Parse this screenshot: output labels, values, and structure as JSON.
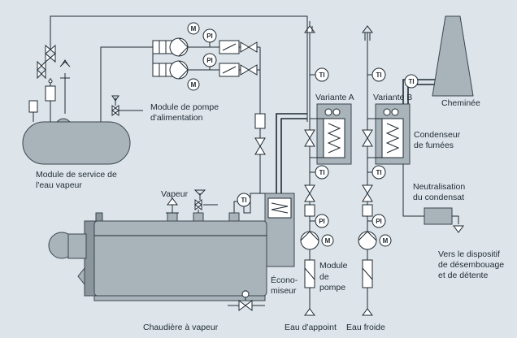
{
  "labels": {
    "module_service_line1": "Module de service de",
    "module_service_line2": "l'eau vapeur",
    "module_pompe_alim_line1": "Module de pompe",
    "module_pompe_alim_line2": "d'alimentation",
    "vapeur": "Vapeur",
    "variante_a": "Variante A",
    "variante_b": "Variante B",
    "cheminee": "Cheminée",
    "condenseur_line1": "Condenseur",
    "condenseur_line2": "de fumées",
    "neutralisation_line1": "Neutralisation",
    "neutralisation_line2": "du condensat",
    "desembouage_line1": "Vers le dispositif",
    "desembouage_line2": "de désembouage",
    "desembouage_line3": "et de détente",
    "module_pompe_line1": "Module",
    "module_pompe_line2": "de",
    "module_pompe_line3": "pompe",
    "economiseur_line1": "Écono-",
    "economiseur_line2": "miseur",
    "chaudiere": "Chaudière à vapeur",
    "eau_appoint": "Eau d'appoint",
    "eau_froide": "Eau froide"
  },
  "symbols": {
    "motor": "M",
    "pressure": "PI",
    "temperature": "TI"
  },
  "colors": {
    "background": "#dde5ea",
    "equipment_fill": "#a9b3ba",
    "line": "#1f2a33"
  }
}
